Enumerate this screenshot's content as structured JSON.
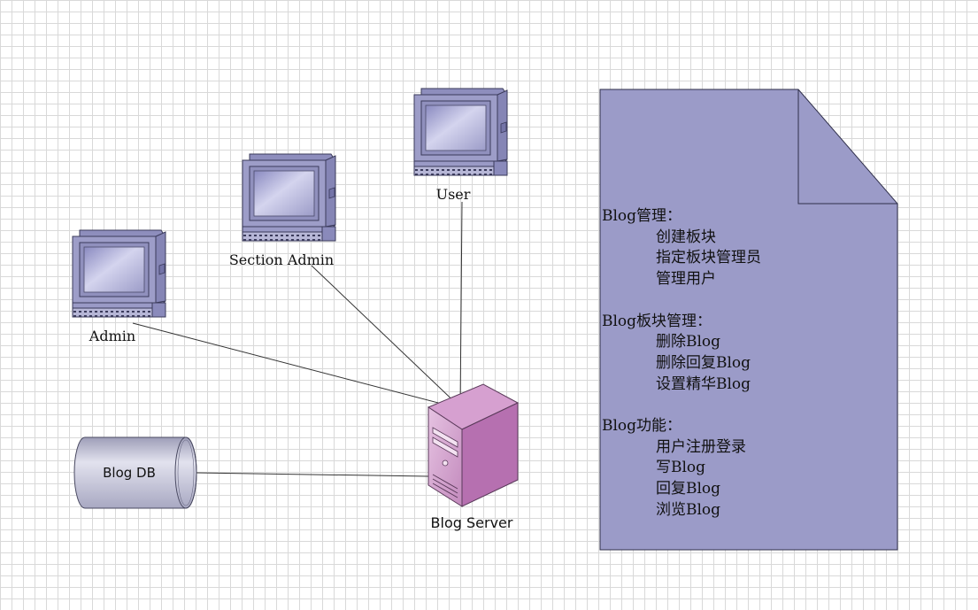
{
  "nodes": {
    "user_label": "User",
    "section_admin_label": "Section Admin",
    "admin_label": "Admin",
    "server_label": "Blog Server",
    "db_label": "Blog DB"
  },
  "note": {
    "sections": [
      {
        "title": "Blog管理：",
        "items": [
          "创建板块",
          "指定板块管理员",
          "管理用户"
        ]
      },
      {
        "title": "Blog板块管理：",
        "items": [
          "删除Blog",
          "删除回复Blog",
          "设置精华Blog"
        ]
      },
      {
        "title": "Blog功能：",
        "items": [
          "用户注册登录",
          "写Blog",
          "回复Blog",
          "浏览Blog"
        ]
      }
    ]
  },
  "colors": {
    "computer_fill": "#9b9bc6",
    "server_fill": "#c67fc0",
    "database_fill": "#b8b8d0",
    "note_fill": "#9b9bc8"
  }
}
